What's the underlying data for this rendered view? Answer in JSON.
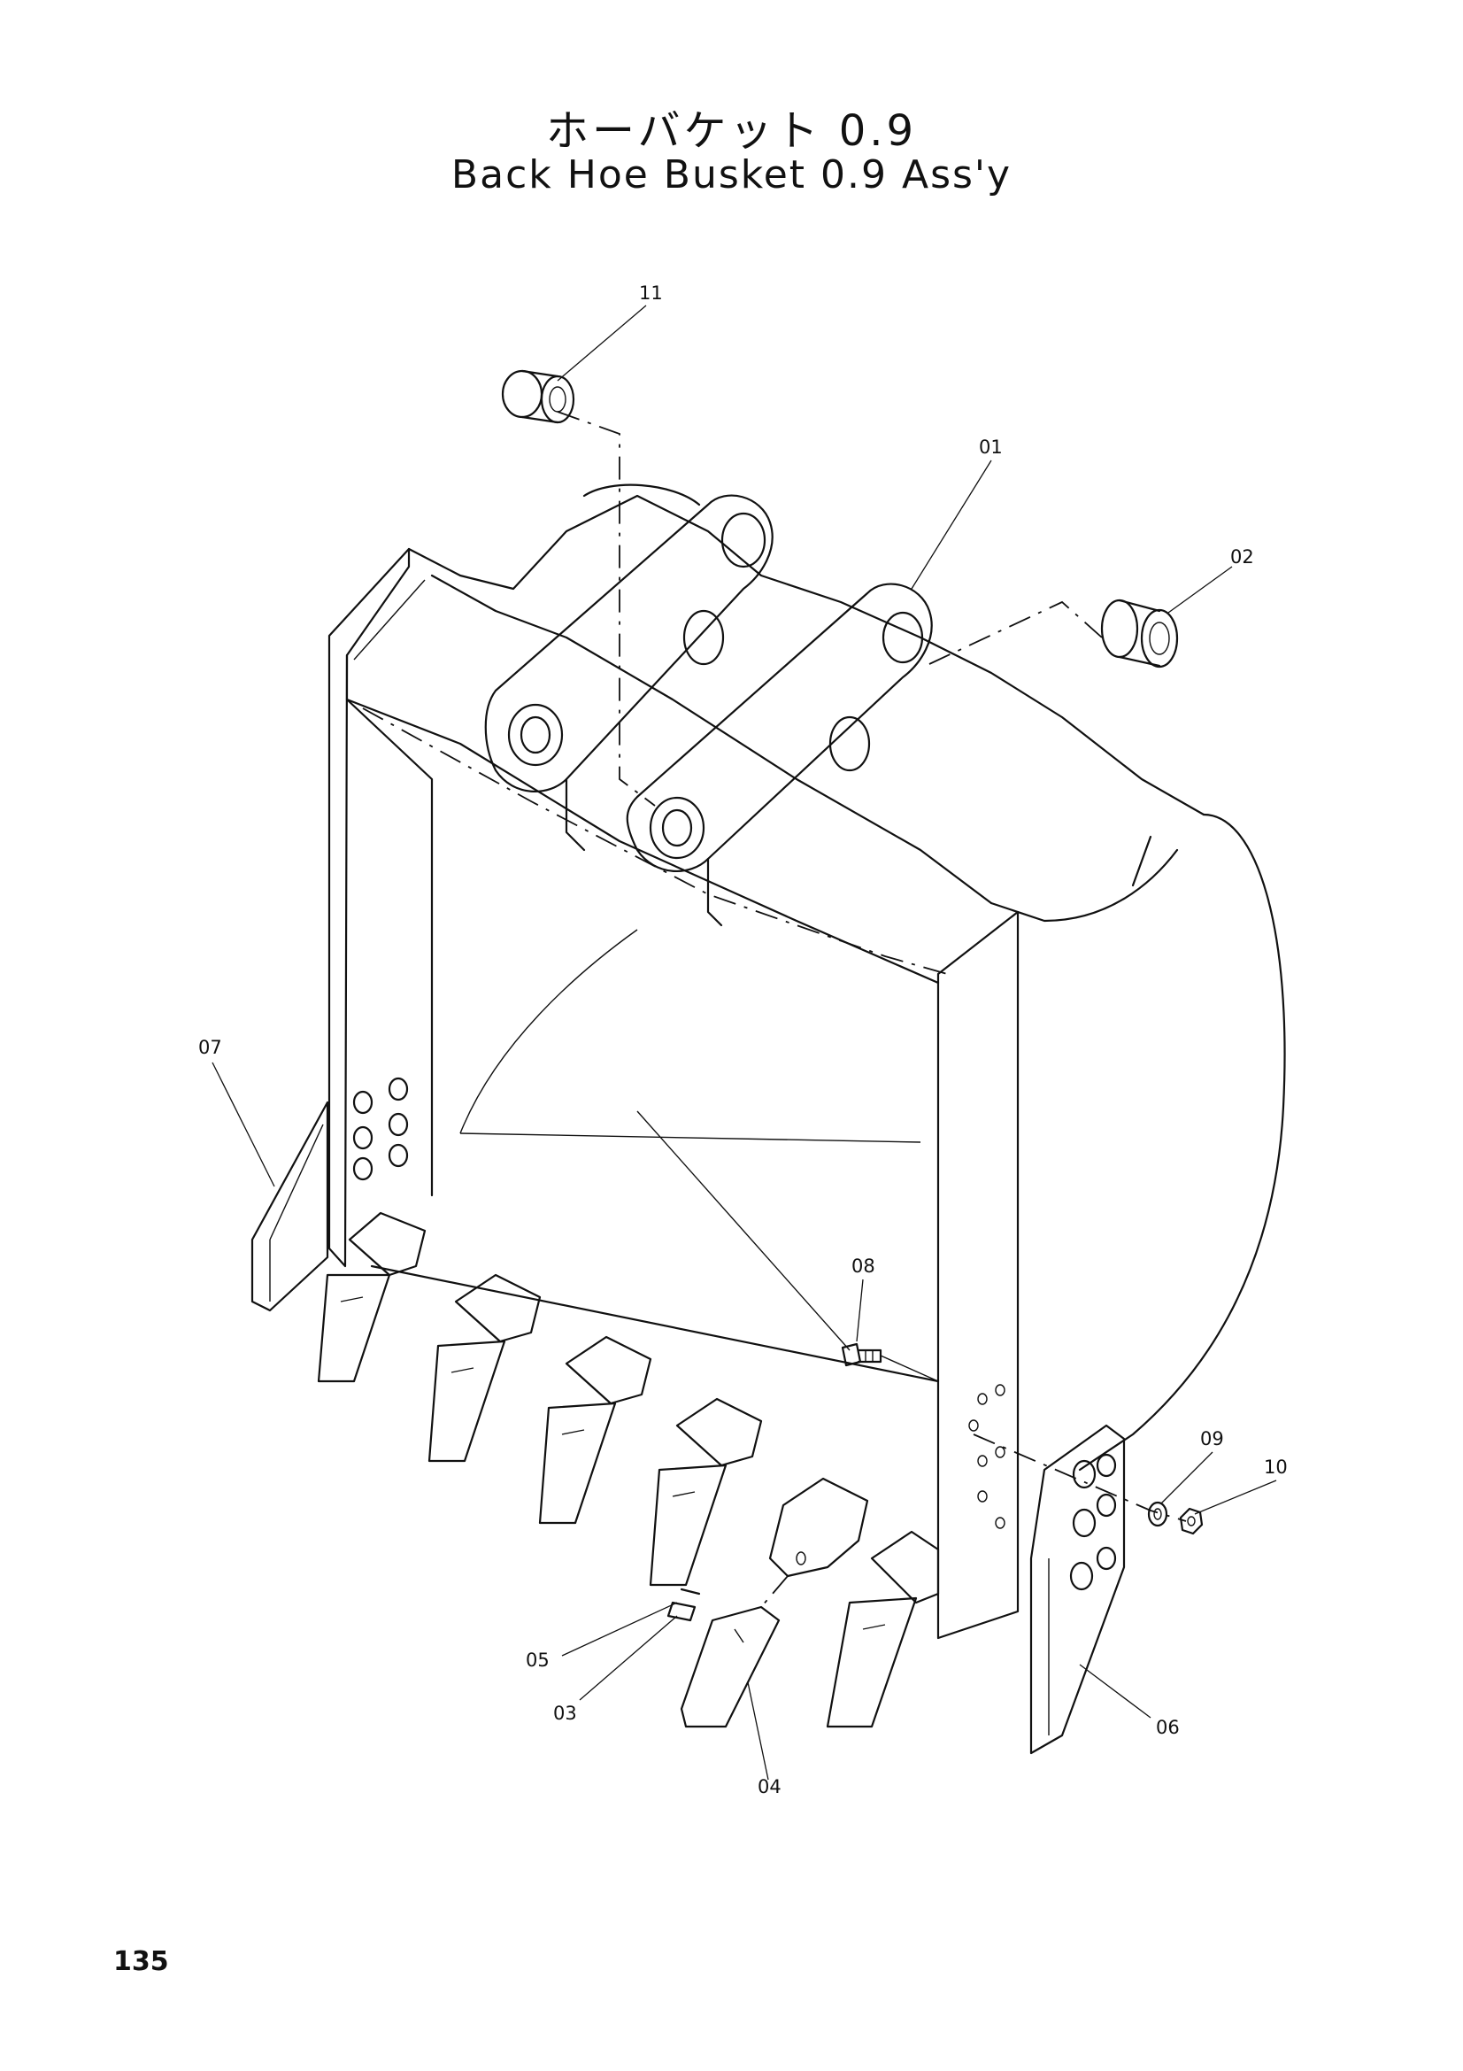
{
  "title": {
    "japanese": "ホーバケット 0.9",
    "english": "Back Hoe Busket 0.9 Ass'y"
  },
  "callouts": [
    "01",
    "02",
    "03",
    "04",
    "05",
    "06",
    "07",
    "08",
    "09",
    "10",
    "11"
  ],
  "page_number": "135"
}
